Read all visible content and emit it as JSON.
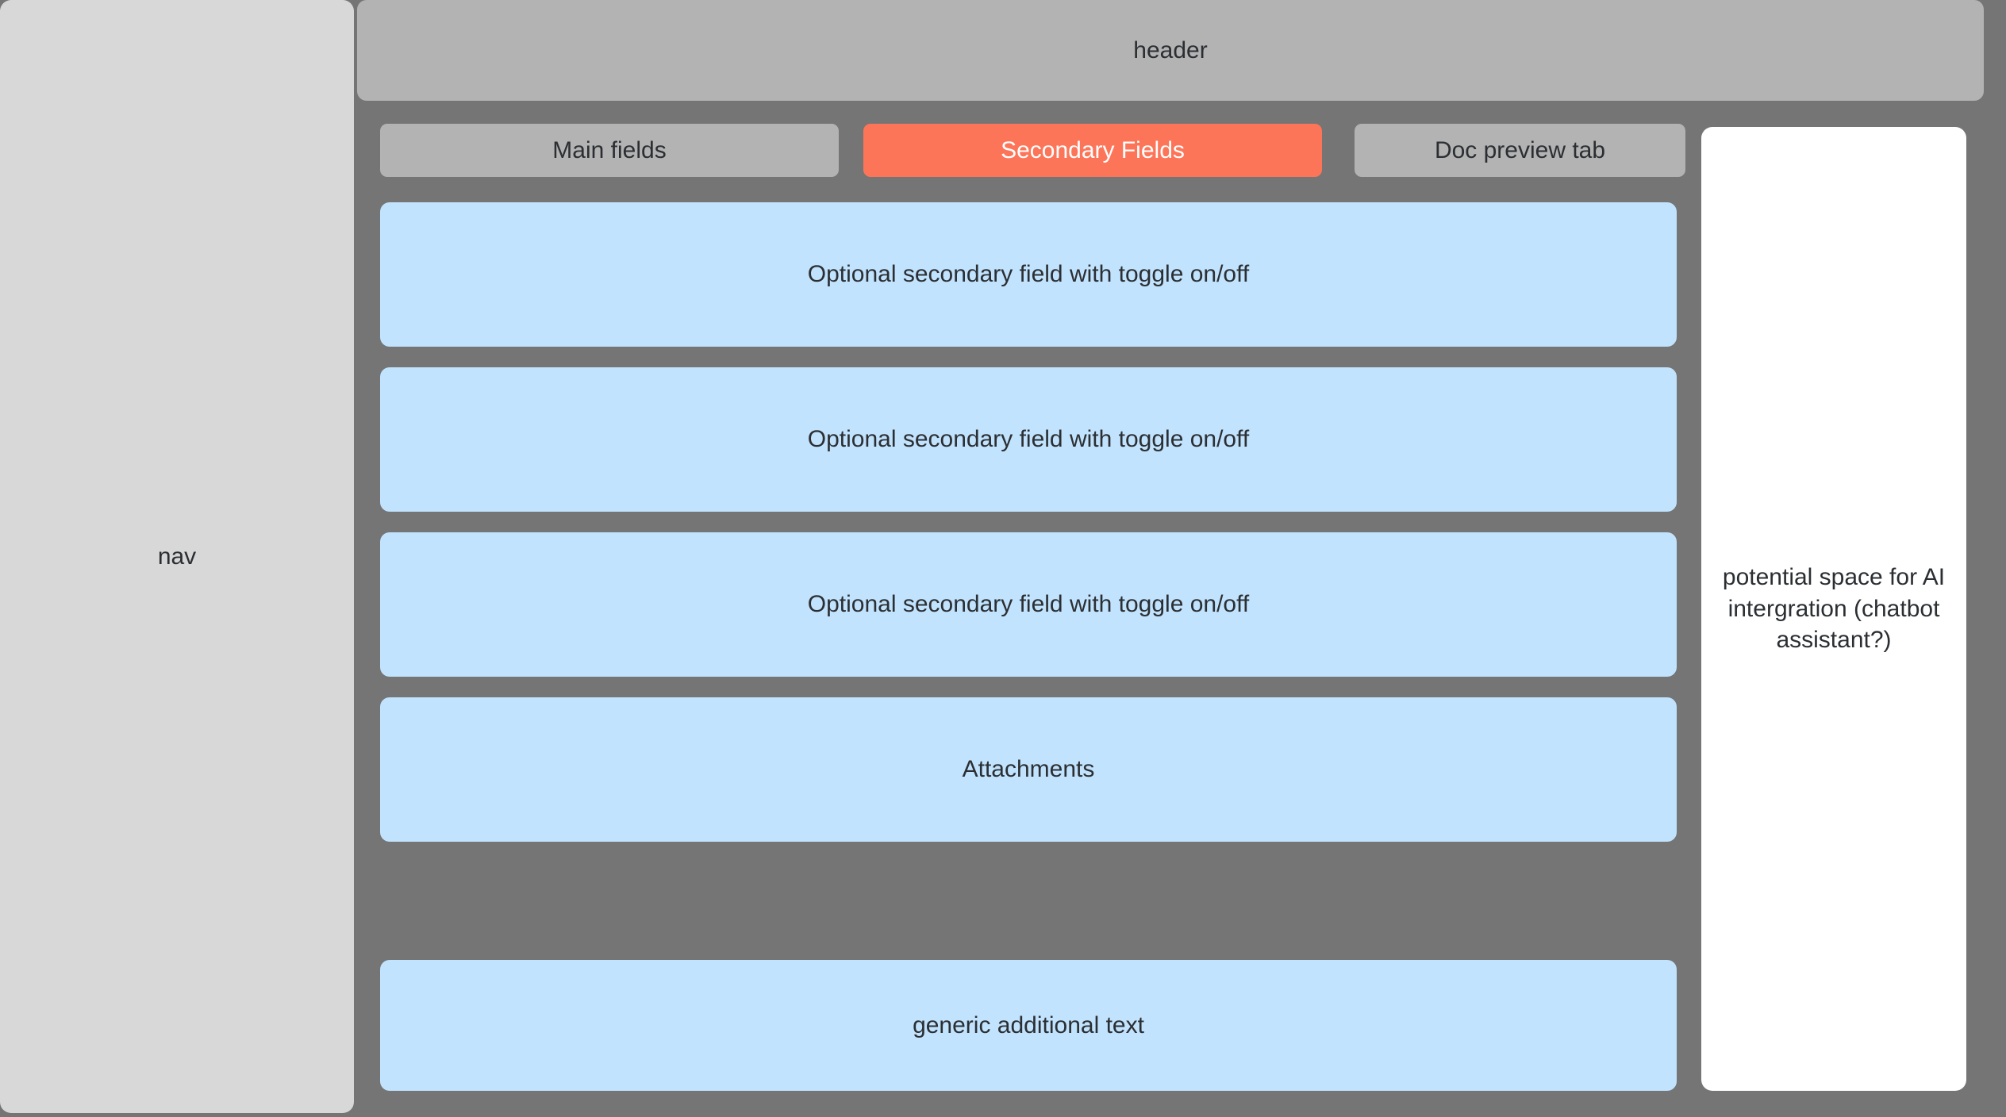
{
  "colors": {
    "page_background": "#757575",
    "nav_background": "#d8d8d8",
    "header_background": "#b3b3b3",
    "tab_inactive": "#b3b3b3",
    "tab_active_accent": "#fd7558",
    "tab_active_text": "#ffffff",
    "field_card": "#c2e3fd",
    "ai_panel": "#ffffff",
    "text": "#2b2f33"
  },
  "nav": {
    "label": "nav"
  },
  "header": {
    "title": "header"
  },
  "tabs": [
    {
      "label": "Main fields",
      "active": false
    },
    {
      "label": "Secondary Fields",
      "active": true
    },
    {
      "label": "Doc preview tab",
      "active": false
    }
  ],
  "fields": [
    {
      "label": "Optional secondary field with toggle on/off"
    },
    {
      "label": "Optional secondary field with toggle on/off"
    },
    {
      "label": "Optional secondary field with toggle on/off"
    },
    {
      "label": "Attachments"
    },
    {
      "label": "generic additional text"
    }
  ],
  "ai_panel": {
    "text": "potential space for AI intergration (chatbot assistant?)"
  }
}
